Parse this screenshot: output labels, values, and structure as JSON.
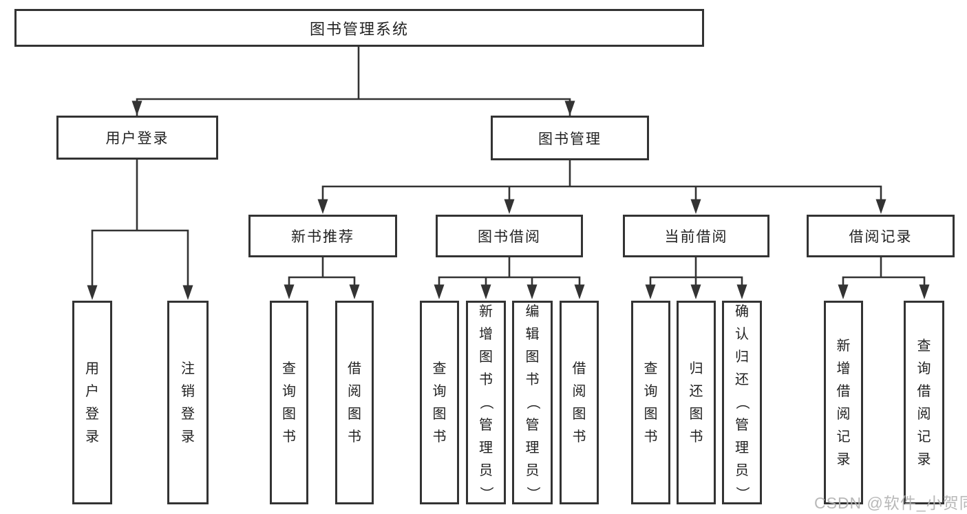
{
  "tree": {
    "label": "图书管理系统",
    "children": [
      {
        "label": "用户登录",
        "children": [
          {
            "label": "用户登录"
          },
          {
            "label": "注销登录"
          }
        ]
      },
      {
        "label": "图书管理",
        "children": [
          {
            "label": "新书推荐",
            "children": [
              {
                "label": "查询图书"
              },
              {
                "label": "借阅图书"
              }
            ]
          },
          {
            "label": "图书借阅",
            "children": [
              {
                "label": "查询图书"
              },
              {
                "label": "新增图书（管理员）"
              },
              {
                "label": "编辑图书（管理员）"
              },
              {
                "label": "借阅图书"
              }
            ]
          },
          {
            "label": "当前借阅",
            "children": [
              {
                "label": "查询图书"
              },
              {
                "label": "归还图书"
              },
              {
                "label": "确认归还（管理员）"
              }
            ]
          },
          {
            "label": "借阅记录",
            "children": [
              {
                "label": "新增借阅记录"
              },
              {
                "label": "查询借阅记录"
              }
            ]
          }
        ]
      }
    ]
  },
  "watermark": {
    "text": "CSDN @软件_小贺同学"
  },
  "colors": {
    "line": "#333333",
    "text": "#222222",
    "watermark": "#b3b3b3",
    "bg": "#ffffff"
  }
}
